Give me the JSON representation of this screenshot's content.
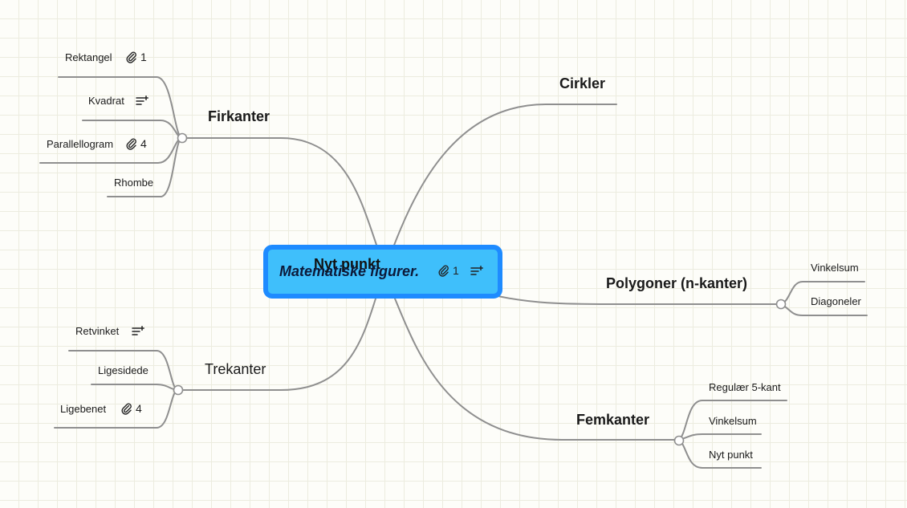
{
  "root": {
    "title": "Matematiske figurer.",
    "attachment_count": "1",
    "attachment_icon": "paperclip-icon",
    "notes_icon": "notes-icon"
  },
  "dragging_node": "Nyt punkt",
  "branches": {
    "firkanter": {
      "label": "Firkanter",
      "children": [
        {
          "label": "Rektangel",
          "attachment_count": "1"
        },
        {
          "label": "Kvadrat"
        },
        {
          "label": "Parallellogram",
          "attachment_count": "4"
        },
        {
          "label": "Rhombe"
        }
      ]
    },
    "cirkler": {
      "label": "Cirkler"
    },
    "polygoner": {
      "label": "Polygoner (n-kanter)",
      "children": [
        {
          "label": "Vinkelsum"
        },
        {
          "label": "Diagoneler"
        }
      ]
    },
    "trekanter": {
      "label": "Trekanter",
      "children": [
        {
          "label": "Retvinket"
        },
        {
          "label": "Ligesidede"
        },
        {
          "label": "Ligebenet",
          "attachment_count": "4"
        }
      ]
    },
    "femkanter": {
      "label": "Femkanter",
      "children": [
        {
          "label": "Regulær 5-kant"
        },
        {
          "label": "Vinkelsum"
        },
        {
          "label": "Nyt punkt"
        }
      ]
    }
  },
  "colors": {
    "connector": "#8f8f8f",
    "root_fill": "#3fbffb",
    "root_border": "#1e8bff",
    "grid": "#ececdf"
  }
}
